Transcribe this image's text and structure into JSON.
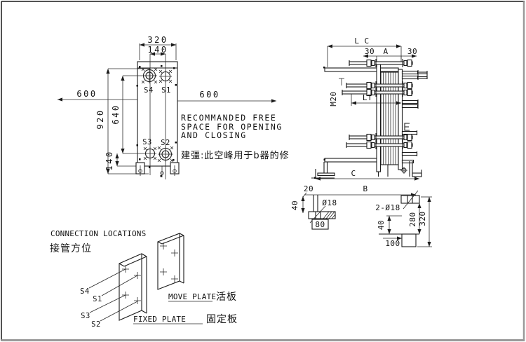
{
  "front": {
    "w320": "320",
    "w140": "140",
    "left600": "600",
    "h920": "920",
    "h640": "640",
    "h140": "140",
    "right600": "600",
    "s4": "S4",
    "s1": "S1",
    "s3": "S3",
    "s2": "S2"
  },
  "note": {
    "l1": "RECOMMANDED FREE",
    "l2": "SPACE FOR OPENING",
    "l3": "AND CLOSING",
    "cn": "建彊:此空峰用于b器的修"
  },
  "side": {
    "lc": "L C",
    "left30": "30",
    "a": "A",
    "right30": "30",
    "m20": "M20",
    "lt": "LT",
    "c": "C",
    "b": "B",
    "d20": "20"
  },
  "anchor": {
    "left40": "40",
    "dia18": "Ø18",
    "d80": "80",
    "dia218": "2-Ø18",
    "d280": "280",
    "d320": "320",
    "right40": "40",
    "d100": "100"
  },
  "conn": {
    "title": "CONNECTION LOCATIONS",
    "subtitle": "接管方位",
    "s4": "S4",
    "s1": "S1",
    "s3": "S3",
    "s2": "S2",
    "move": "MOVE PLATE",
    "moveCn": "活板",
    "fixed": "FIXED PLATE",
    "fixedCn": "固定板"
  },
  "colors": {
    "line": "#1a1a1a",
    "frame_shadow": "#9a9a9a",
    "background": "#ffffff"
  }
}
